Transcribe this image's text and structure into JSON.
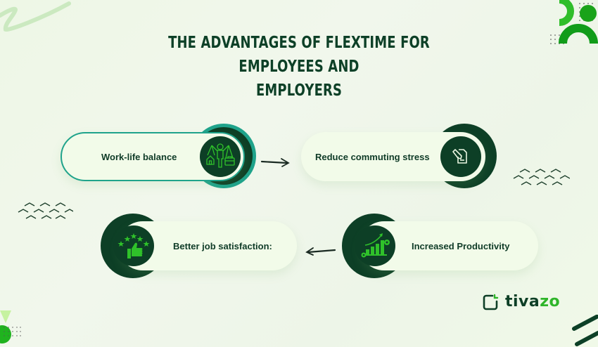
{
  "title": {
    "line1": "THE ADVANTAGES OF FLEXTIME FOR EMPLOYEES AND",
    "line2": "EMPLOYERS"
  },
  "items": [
    {
      "label": "Work-life balance",
      "icon": "work-life-balance-icon"
    },
    {
      "label": "Reduce commuting stress",
      "icon": "document-edit-icon"
    },
    {
      "label": "Increased Productivity",
      "icon": "growth-chart-gears-icon"
    },
    {
      "label": "Better job satisfaction:",
      "icon": "thumbs-up-stars-icon"
    }
  ],
  "logo": {
    "text_main": "tiva",
    "text_accent": "zo"
  },
  "colors": {
    "dark_green": "#0d3f26",
    "teal": "#1fa38b",
    "bright_green": "#2fb52a",
    "pill_bg": "#f2fbe9"
  }
}
